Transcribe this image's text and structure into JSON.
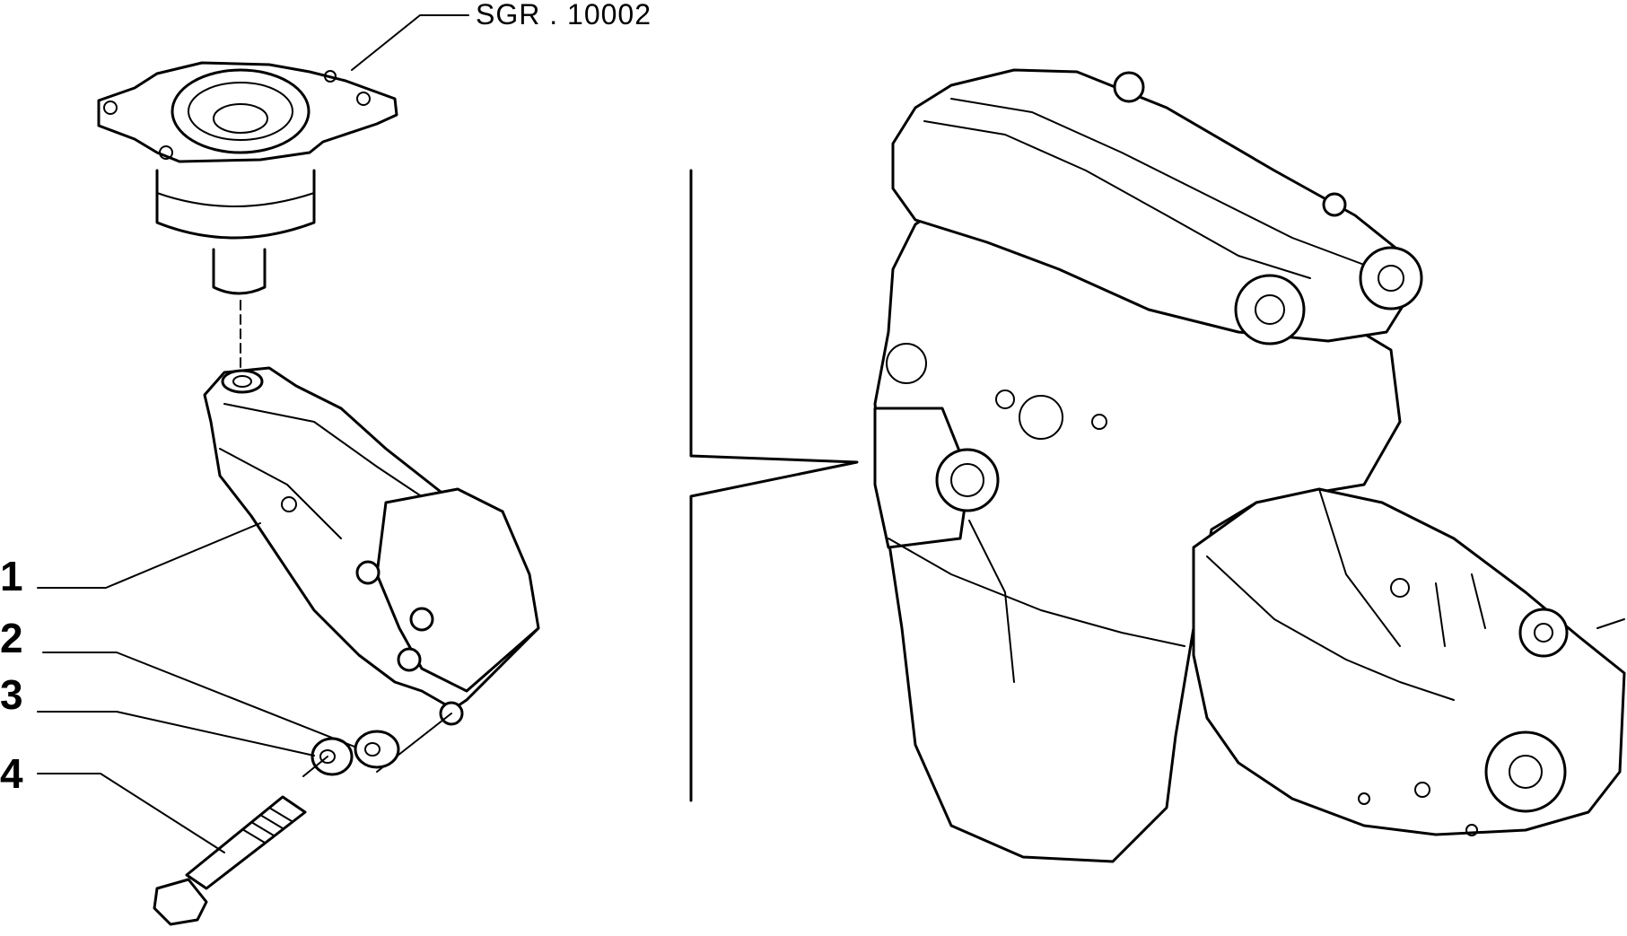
{
  "diagram": {
    "reference_code": "SGR . 10002",
    "callouts": [
      {
        "number": "1",
        "part": "mount-bracket"
      },
      {
        "number": "2",
        "part": "washer"
      },
      {
        "number": "3",
        "part": "washer"
      },
      {
        "number": "4",
        "part": "bolt"
      }
    ]
  }
}
